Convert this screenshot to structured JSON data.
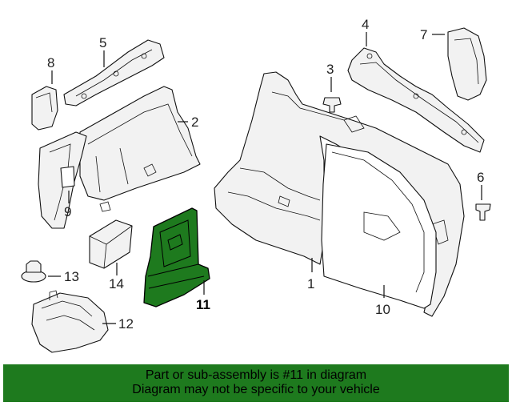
{
  "callouts": {
    "c1": "1",
    "c2": "2",
    "c3": "3",
    "c4": "4",
    "c5": "5",
    "c6": "6",
    "c7": "7",
    "c8": "8",
    "c9": "9",
    "c10": "10",
    "c11": "11",
    "c12": "12",
    "c13": "13",
    "c14": "14"
  },
  "highlight": {
    "part": "11",
    "color": "#1e7a1e"
  },
  "banner": {
    "line1": "Part or sub-assembly is #11 in diagram",
    "line2": "Diagram may not be specific to your vehicle"
  }
}
